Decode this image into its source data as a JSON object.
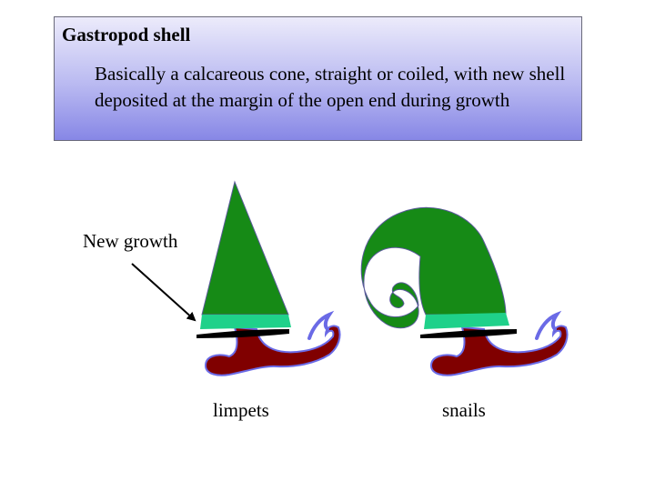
{
  "box": {
    "title": "Gastropod shell",
    "body": "Basically a calcareous cone, straight or coiled, with new shell deposited at the margin of the open end during growth"
  },
  "labels": {
    "new_growth": "New growth",
    "limpets": "limpets",
    "snails": "snails"
  },
  "colors": {
    "shell_green": "#168a16",
    "growth_band": "#1fd18a",
    "foot": "#800000",
    "foot_outline": "#6a6ae6",
    "box_gradient_top": "#ecebfb",
    "box_gradient_bottom": "#8787e6"
  }
}
